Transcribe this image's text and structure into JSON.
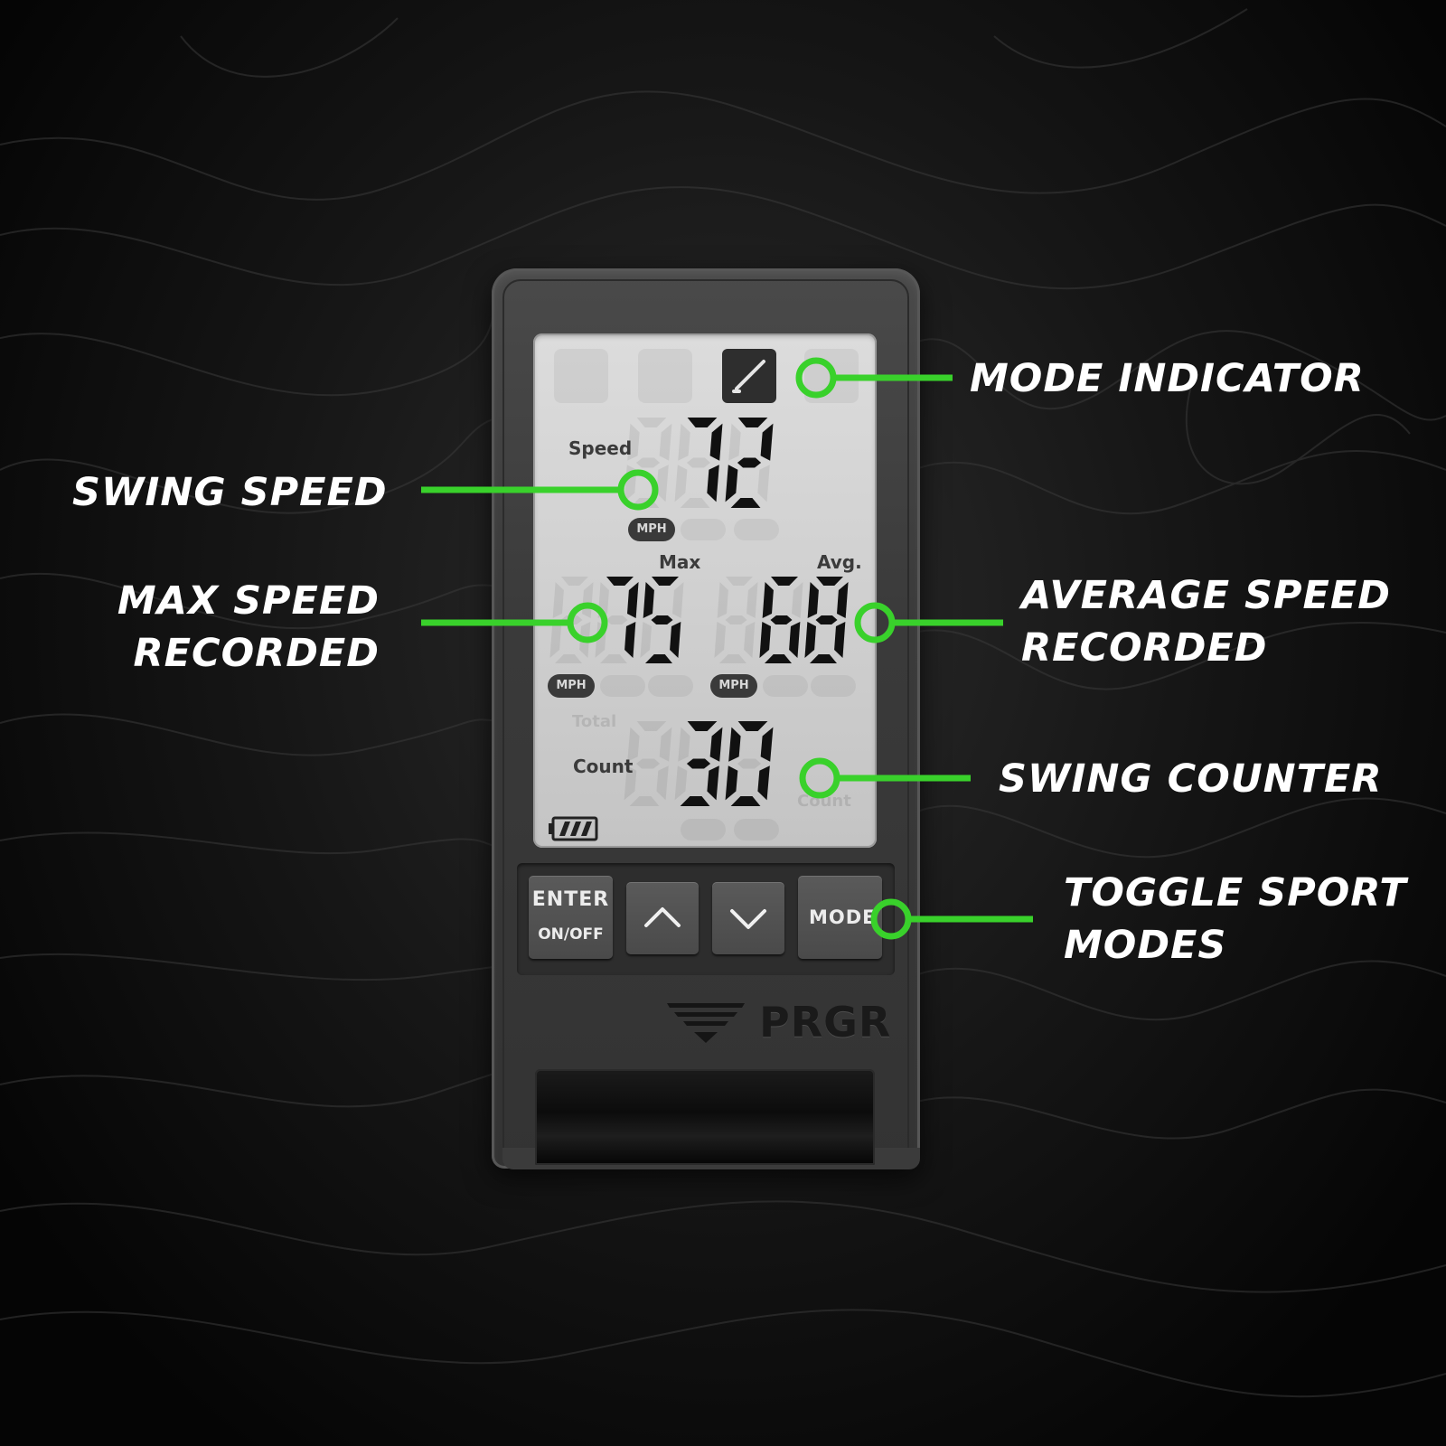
{
  "lcd": {
    "speed_label": "Speed",
    "speed_value": "72",
    "max_label": "Max",
    "max_value": "75",
    "avg_label": "Avg.",
    "avg_value": "68",
    "count_label": "Count",
    "count_value": "30",
    "ghost_total_label": "Total",
    "ghost_count_label": "Count",
    "unit_badge": "MPH",
    "battery_bars": 3
  },
  "buttons": {
    "enter_line1": "ENTER",
    "enter_line2": "ON/OFF",
    "mode": "MODE"
  },
  "brand": "PRGR",
  "callouts": {
    "mode_indicator": "MODE INDICATOR",
    "swing_speed": "SWING SPEED",
    "max_speed": "MAX SPEED\nRECORDED",
    "average_speed": "AVERAGE SPEED\nRECORDED",
    "swing_counter": "SWING COUNTER",
    "toggle_sport_modes": "TOGGLE SPORT\nMODES"
  },
  "colors": {
    "accent": "#39d12b",
    "lcd_segment": "#111111",
    "lcd_background": "#d2d2d2"
  },
  "icons": {
    "mode": "golf-club-icon",
    "up": "chevron-up-icon",
    "down": "chevron-down-icon",
    "battery": "battery-full-icon"
  }
}
